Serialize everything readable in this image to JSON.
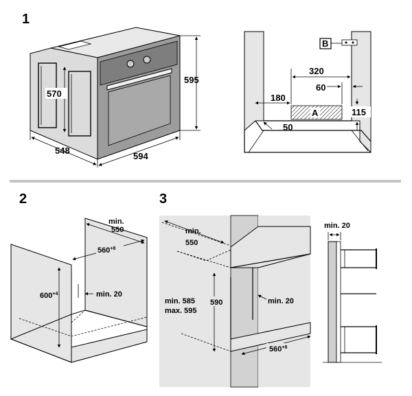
{
  "figures": {
    "fig1": {
      "number": "1",
      "oven_dims": {
        "height_inner": "570",
        "height_outer": "595",
        "depth": "548",
        "width": "594"
      },
      "cabinet_dims": {
        "d320": "320",
        "d60": "60",
        "d180": "180",
        "d115": "115",
        "d50": "50"
      },
      "labels": {
        "vent": "A",
        "bracket": "B"
      }
    },
    "fig2": {
      "number": "2",
      "dims": {
        "depth_label": "min.",
        "depth_value": "550",
        "width": "560",
        "width_tol": "+8",
        "height": "600",
        "height_tol": "+4",
        "gap": "min. 20"
      }
    },
    "fig3": {
      "number": "3",
      "dims": {
        "depth_label": "min.",
        "depth_value": "550",
        "range_min": "min. 585",
        "range_max": "max. 595",
        "height": "590",
        "gap": "min. 20",
        "width": "560",
        "width_tol": "+8",
        "side_gap": "min. 20"
      }
    }
  },
  "colors": {
    "panel_fill": "#e6e6e6",
    "oven_body": "#d9d9d9",
    "oven_front": "#9a9a9a",
    "divider": "#c8c8c8"
  }
}
